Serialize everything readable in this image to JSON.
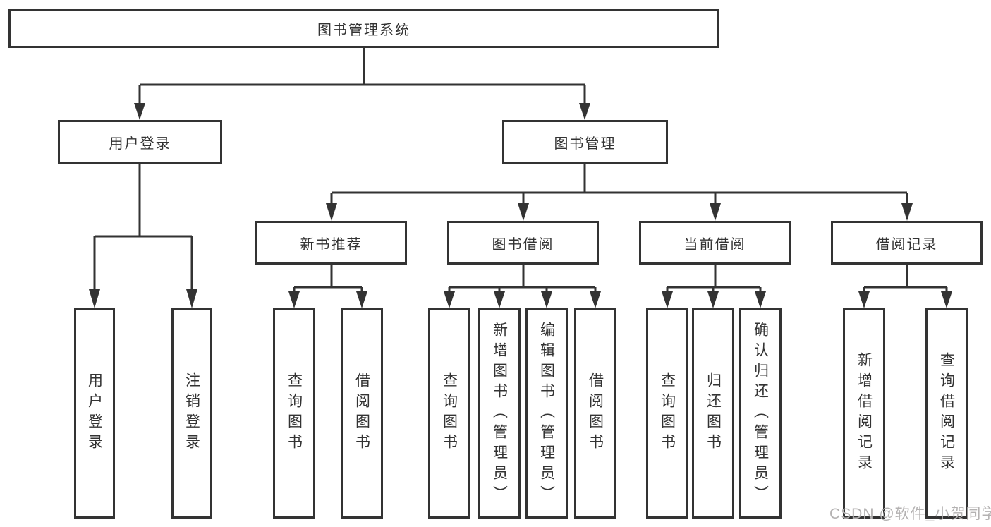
{
  "nodes": {
    "root": "图书管理系统",
    "user_login": "用户登录",
    "book_management": "图书管理",
    "new_book_recommend": "新书推荐",
    "book_borrow": "图书借阅",
    "current_borrow": "当前借阅",
    "borrow_record": "借阅记录",
    "login_children": [
      "用户登录",
      "注销登录"
    ],
    "recommend_children": [
      "查询图书",
      "借阅图书"
    ],
    "borrow_children": [
      "查询图书",
      "新增图书（管理员）",
      "编辑图书（管理员）",
      "借阅图书"
    ],
    "current_children": [
      "查询图书",
      "归还图书",
      "确认归还（管理员）"
    ],
    "record_children": [
      "新增借阅记录",
      "查询借阅记录"
    ]
  },
  "watermark": "CSDN @软件_小贺同学",
  "colors": {
    "line": "#333333",
    "box_border": "#333333",
    "text": "#333333",
    "watermark": "#b4b2b2",
    "background": "#ffffff"
  }
}
